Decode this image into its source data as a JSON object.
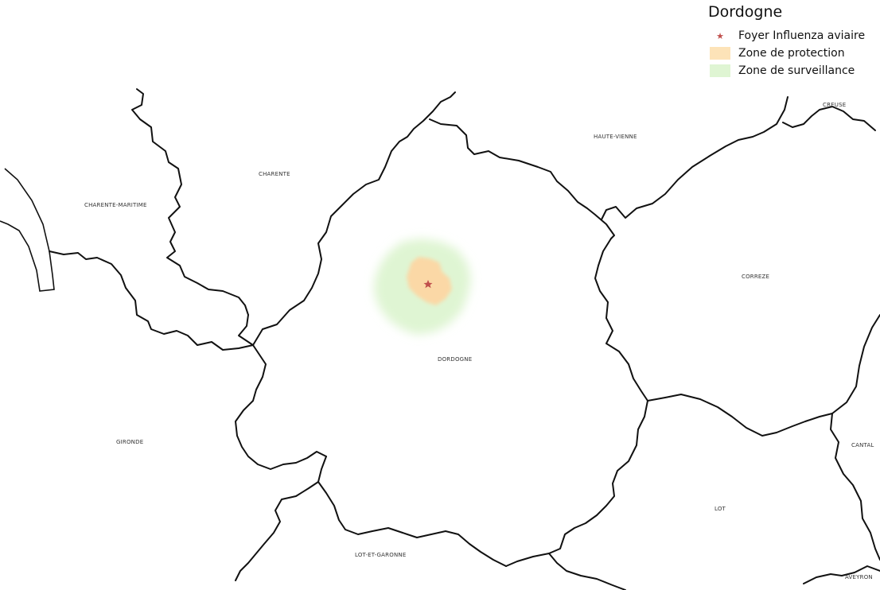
{
  "legend": {
    "title": "Dordogne",
    "items": [
      {
        "label": "Foyer Influenza aviaire",
        "symbol": "star",
        "color": "#c0504d"
      },
      {
        "label": "Zone de protection",
        "symbol": "fill",
        "color": "#fde3b8"
      },
      {
        "label": "Zone de surveillance",
        "symbol": "fill",
        "color": "#dff5d3"
      }
    ]
  },
  "departments": {
    "charente_maritime": "CHARENTE-MARITIME",
    "charente": "CHARENTE",
    "haute_vienne": "HAUTE-VIENNE",
    "creuse": "CREUSE",
    "correze": "CORREZE",
    "dordogne": "DORDOGNE",
    "gironde": "GIRONDE",
    "cantal": "CANTAL",
    "lot": "LOT",
    "lot_et_garonne": "LOT-ET-GARONNE",
    "aveyron": "AVEYRON"
  },
  "colors": {
    "border": "#111111",
    "foyer": "#c0504d",
    "protection": "#fde3b8",
    "surveillance": "#dff5d3"
  }
}
